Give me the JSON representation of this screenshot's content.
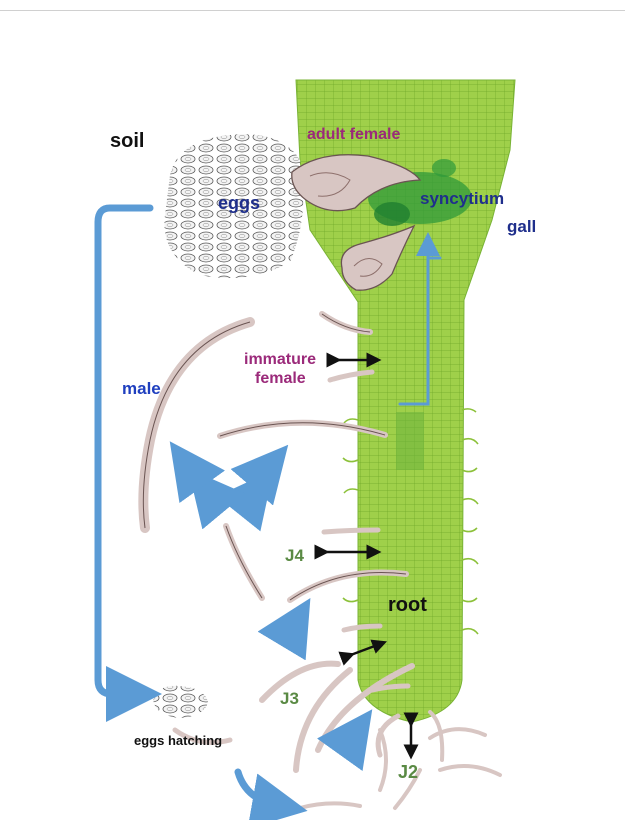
{
  "labels": {
    "soil": "soil",
    "adult_female": "adult female",
    "eggs": "eggs",
    "syncytium": "syncytium",
    "gall": "gall",
    "male": "male",
    "immature_female_1": "immature",
    "immature_female_2": "female",
    "j4": "J4",
    "root": "root",
    "j3": "J3",
    "eggs_hatching": "eggs hatching",
    "j2": "J2"
  },
  "colors": {
    "root_fill": "#9fd04a",
    "root_cells": "#6fa828",
    "nematode_fill": "#d8c6c3",
    "nematode_outline": "#6a5452",
    "cycle_arrow": "#5b9bd5",
    "stage_arrow": "#111111",
    "magenta_label": "#9b2a7a",
    "navy_label": "#1f2f8c",
    "blue_label": "#1f3fbf",
    "green_label": "#5a8a44",
    "syncytium": "#2f9a3a"
  },
  "icons": {
    "root": "root-illustration",
    "eggs": "egg-cluster",
    "nematode": "nematode-worm",
    "arrow": "cycle-arrow"
  }
}
